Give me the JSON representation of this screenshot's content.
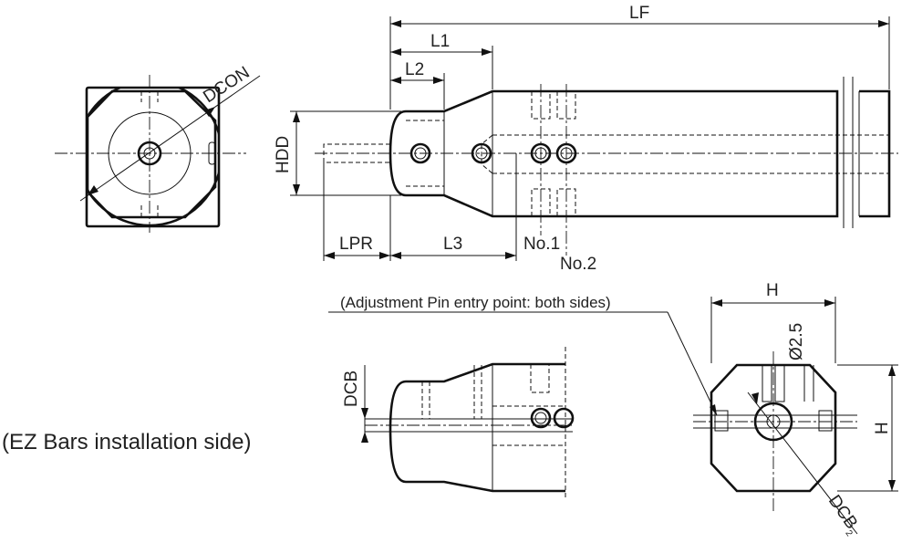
{
  "labels": {
    "lf": "LF",
    "l1": "L1",
    "l2": "L2",
    "hdd": "HDD",
    "lpr": "LPR",
    "l3": "L3",
    "no1": "No.1",
    "no2": "No.2",
    "dcon": "DCON",
    "dcb": "DCB",
    "dcb2_base": "DCB",
    "dcb2_sub": "2",
    "h_top": "H",
    "h_side": "H",
    "pin_dia": "Ø2.5",
    "adjustment_note": "(Adjustment Pin entry point: both sides)",
    "ez_note": "(EZ Bars installation side)"
  }
}
